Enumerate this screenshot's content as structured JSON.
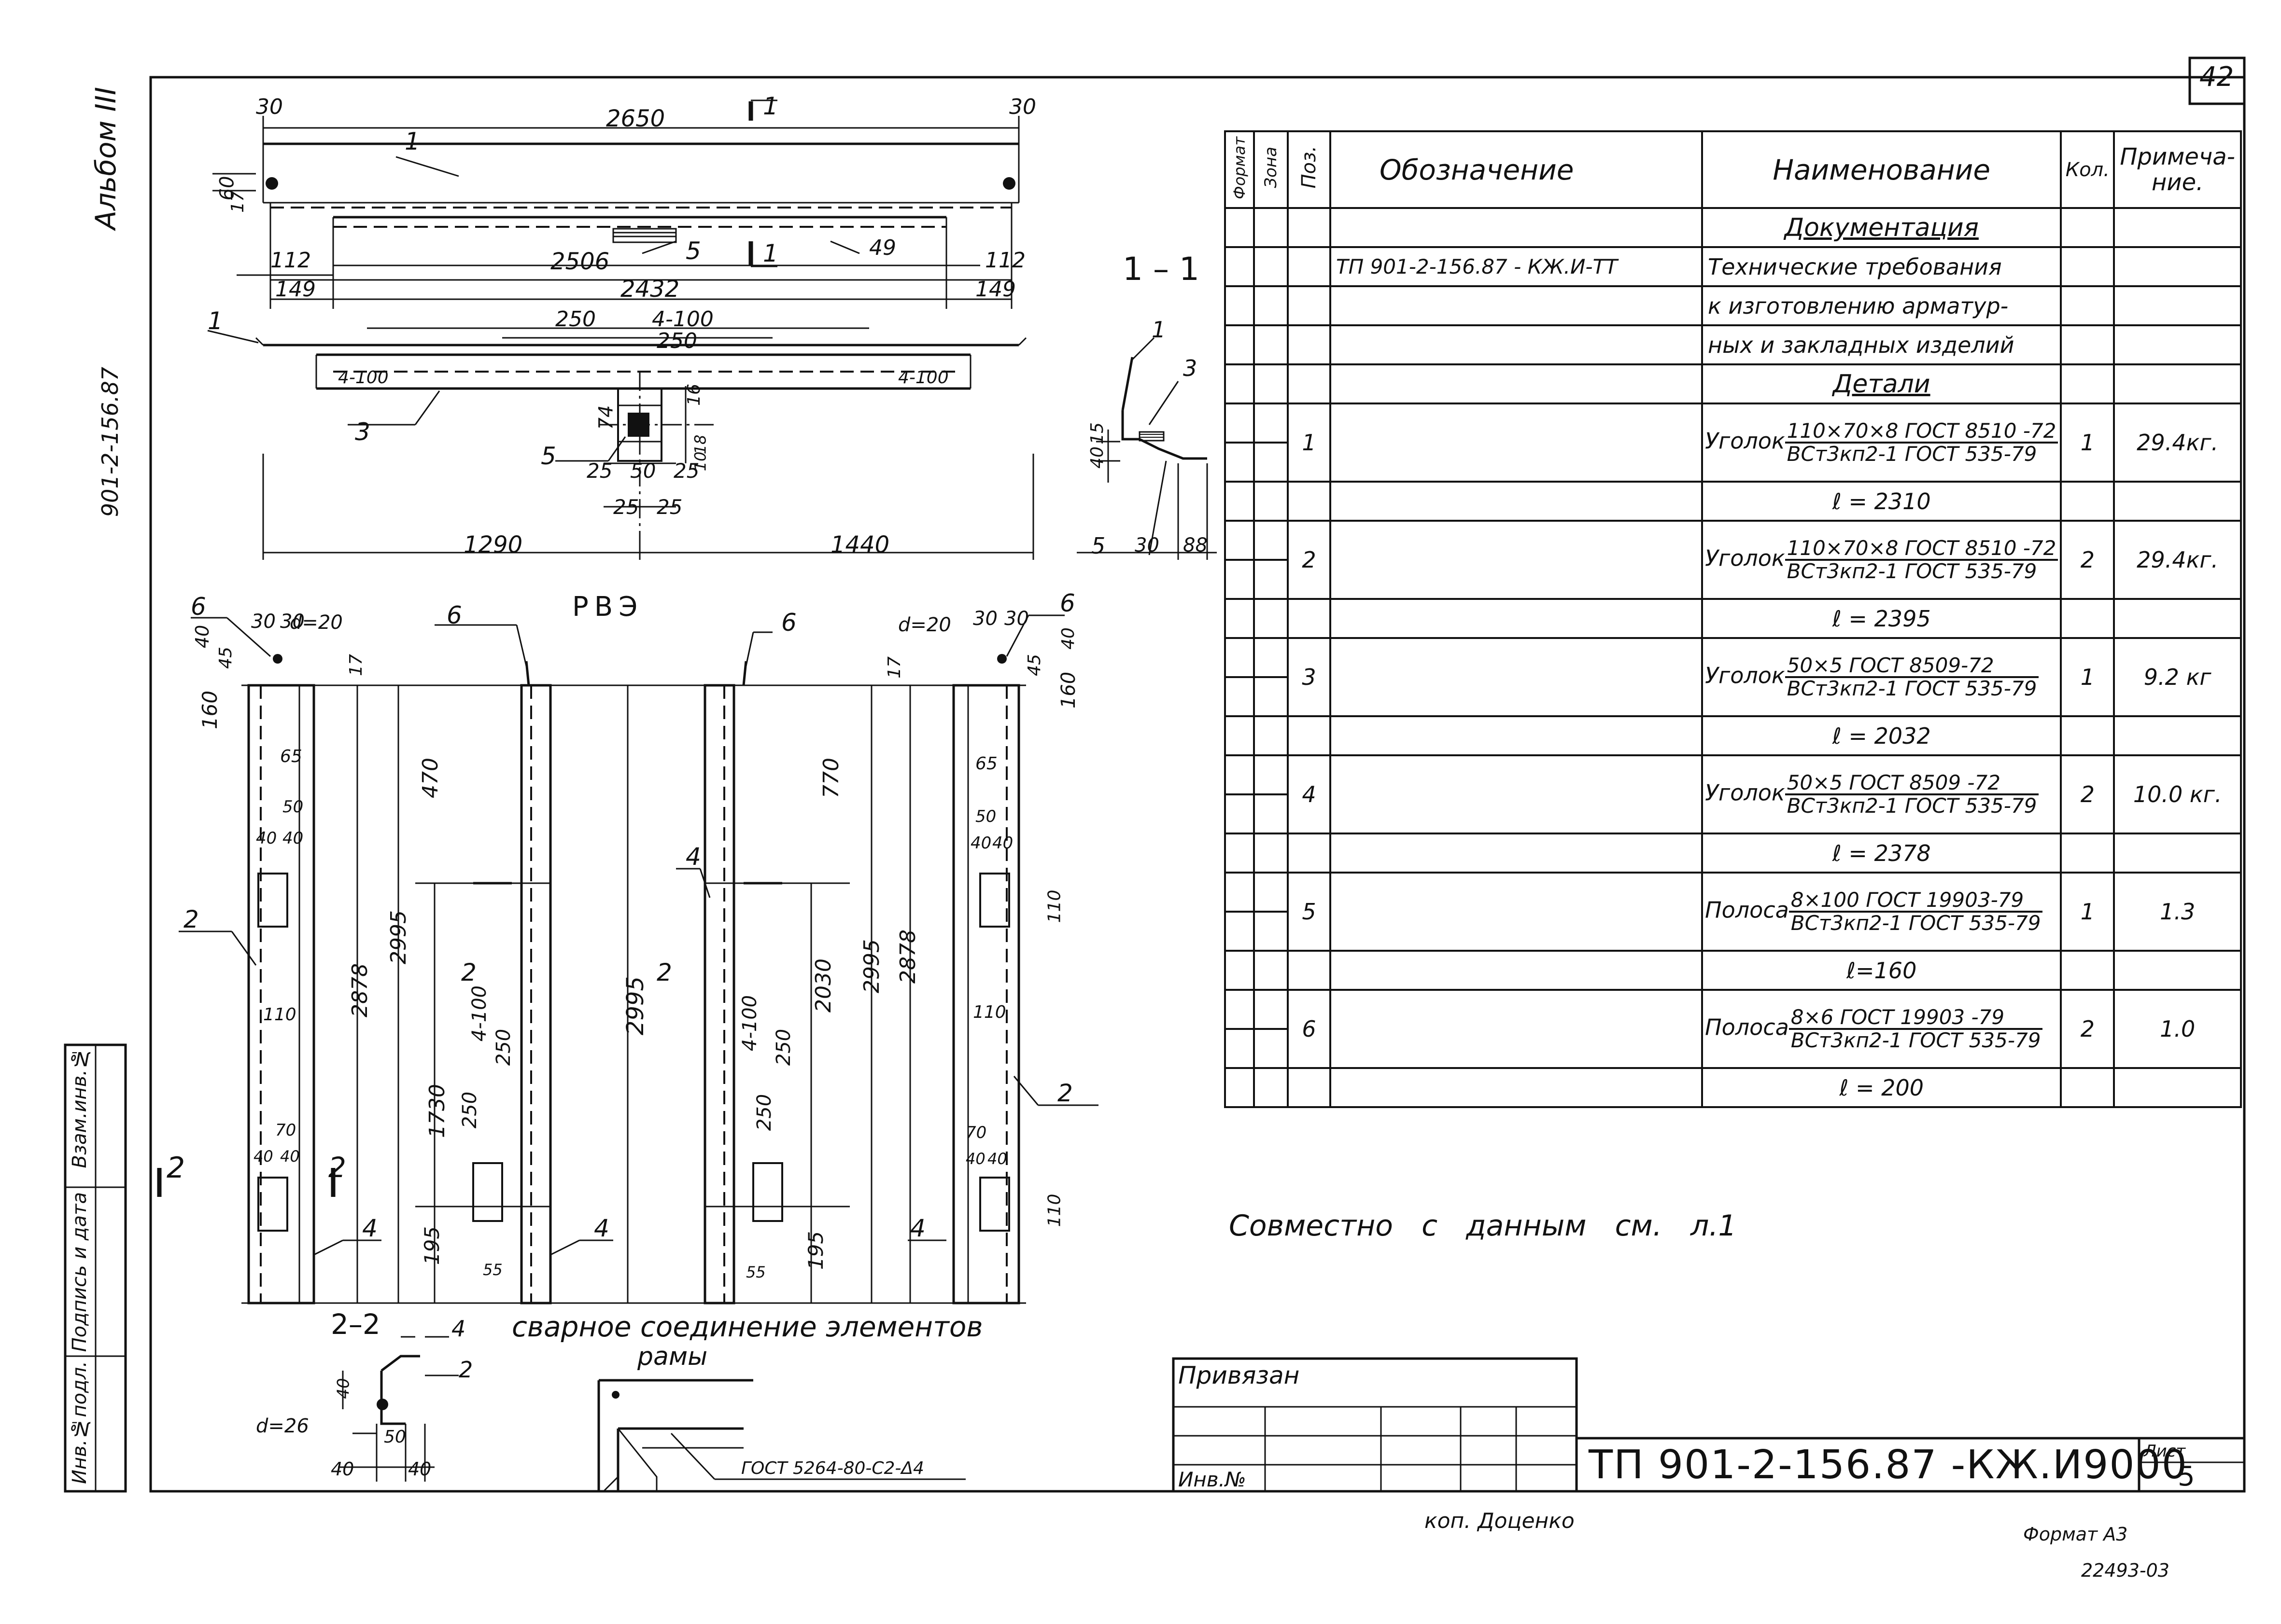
{
  "sheet": {
    "sheet_number_top": "42",
    "album": "Альбом III",
    "project_code_vertical": "901-2-156.87",
    "stamp_labels": [
      "Инв.№подл.",
      "Подпись и дата",
      "Взам.инв.№"
    ],
    "section_arrow_label": "2"
  },
  "views": {
    "top": {
      "dims": [
        "30",
        "2650",
        "30",
        "60",
        "17",
        "112",
        "2506",
        "112",
        "149",
        "2432",
        "149"
      ],
      "callouts": [
        "1",
        "5",
        "49"
      ],
      "section_mark": "1"
    },
    "middle": {
      "dims": [
        "250",
        "4-100",
        "250",
        "4-100",
        "4-100",
        "74",
        "16",
        "25",
        "50",
        "25",
        "25",
        "25",
        "18",
        "10"
      ],
      "callouts": [
        "1",
        "3",
        "5"
      ]
    },
    "overall": {
      "dims": [
        "1290",
        "1440"
      ],
      "title": "РВЭ"
    },
    "section_1_1": {
      "title": "1 – 1",
      "callouts": [
        "1",
        "3",
        "5"
      ],
      "dims": [
        "15",
        "40",
        "30",
        "88"
      ]
    },
    "frame": {
      "dims": [
        "30",
        "30",
        "40",
        "45",
        "d=20",
        "160",
        "17",
        "65",
        "50",
        "40",
        "40",
        "110",
        "2878",
        "2995",
        "470",
        "1730",
        "195",
        "4-100",
        "250",
        "250",
        "2995",
        "770",
        "2030",
        "2995",
        "2878",
        "d=20",
        "30",
        "30",
        "40",
        "45",
        "160",
        "17",
        "65",
        "50",
        "40",
        "40",
        "110",
        "110",
        "110",
        "70",
        "40",
        "40",
        "70",
        "40",
        "40",
        "55",
        "55",
        "195",
        "4-100",
        "250",
        "250"
      ],
      "callouts": [
        "6",
        "6",
        "6",
        "6",
        "2",
        "2",
        "2",
        "2",
        "4",
        "4",
        "4",
        "4",
        "2"
      ]
    },
    "section_2_2": {
      "title": "2–2",
      "callouts": [
        "4",
        "2"
      ],
      "dims": [
        "40",
        "d=26",
        "50",
        "40",
        "40"
      ]
    },
    "weld": {
      "title_line1": "сварное соединение элементов",
      "title_line2": "рамы",
      "standard": "ГОСТ 5264-80-С2-Δ4"
    }
  },
  "spec_table": {
    "headers": {
      "format": "Формат",
      "zone": "Зона",
      "pos": "Поз.",
      "designation": "Обозначение",
      "name": "Наименование",
      "qty": "Кол.",
      "note": "Примеча-ние."
    },
    "section_documentation": "Документация",
    "doc_designation": "ТП 901-2-156.87 - КЖ.И-ТТ",
    "doc_name_lines": [
      "Технические требования",
      "к изготовлению арматур-",
      "ных и закладных изделий"
    ],
    "section_details": "Детали",
    "rows": [
      {
        "pos": "1",
        "type": "Уголок",
        "num": "110×70×8 ГОСТ 8510 -72",
        "den": "ВСт3кп2-1 ГОСТ 535-79",
        "qty": "1",
        "note": "29.4кг.",
        "length": "ℓ = 2310"
      },
      {
        "pos": "2",
        "type": "Уголок",
        "num": "110×70×8 ГОСТ 8510 -72",
        "den": "ВСт3кп2-1 ГОСТ 535-79",
        "qty": "2",
        "note": "29.4кг.",
        "length": "ℓ = 2395"
      },
      {
        "pos": "3",
        "type": "Уголок",
        "num": "50×5 ГОСТ 8509-72",
        "den": "ВСт3кп2-1 ГОСТ 535-79",
        "qty": "1",
        "note": "9.2 кг",
        "length": "ℓ = 2032"
      },
      {
        "pos": "4",
        "type": "Уголок",
        "num": "50×5 ГОСТ 8509 -72",
        "den": "ВСт3кп2-1 ГОСТ 535-79",
        "qty": "2",
        "note": "10.0 кг.",
        "length": "ℓ = 2378"
      },
      {
        "pos": "5",
        "type": "Полоса",
        "num": "8×100 ГОСТ 19903-79",
        "den": "ВСт3кп2-1 ГОСТ 535-79",
        "qty": "1",
        "note": "1.3",
        "length": "ℓ=160"
      },
      {
        "pos": "6",
        "type": "Полоса",
        "num": "8×6 ГОСТ 19903 -79",
        "den": "ВСт3кп2-1 ГОСТ 535-79",
        "qty": "2",
        "note": "1.0",
        "length": "ℓ = 200"
      }
    ]
  },
  "note": "Совместно с данным см. л.1",
  "title_block": {
    "bound": "Привязан",
    "inv_no": "Инв.№",
    "code": "ТП 901-2-156.87 -КЖ.И9000",
    "sheet_label": "Лист",
    "sheet_no": "5",
    "copied_by": "коп. Доценко",
    "format": "Формат А3",
    "order_no": "22493-03"
  }
}
